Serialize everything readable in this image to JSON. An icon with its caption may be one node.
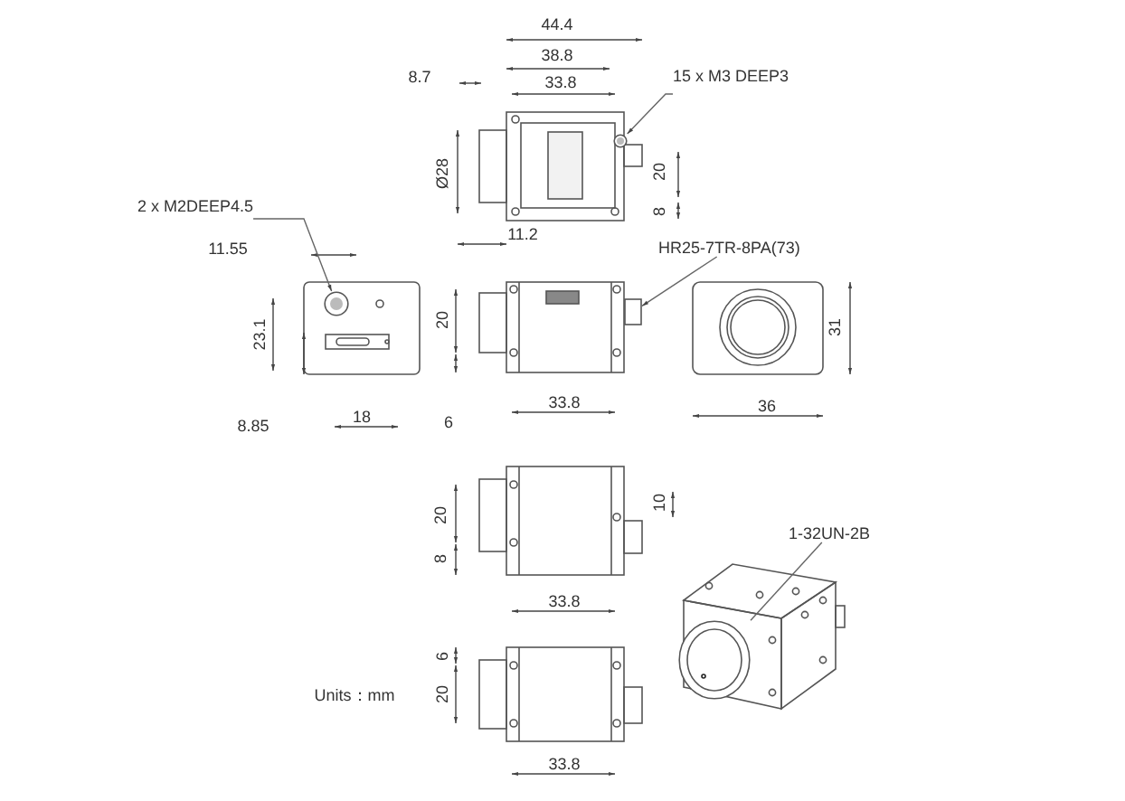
{
  "diagram": {
    "nodes": [
      {
        "text": [
          "15 x M3 DEEP3"
        ]
      },
      {
        "text": [],
        "shape": "circle"
      },
      {
        "text": [
          "2 x M2DEEP4.5"
        ]
      },
      {
        "text": [],
        "shape": "circle"
      },
      {
        "text": [
          "HR25-7TR-8PA(73)"
        ]
      },
      {
        "text": [],
        "shape": "box"
      },
      {
        "text": [
          "1-32UN-2B"
        ]
      },
      {
        "text": [],
        "shape": "circle"
      }
    ],
    "edges": [
      {
        "from": 0,
        "to": 1,
        "arrow": "to"
      },
      {
        "from": 2,
        "to": 3,
        "arrow": "to"
      },
      {
        "from": 4,
        "to": 5,
        "arrow": "to"
      },
      {
        "from": 6,
        "to": 7,
        "arrow": "none"
      }
    ],
    "labels": [
      "44.4",
      "38.8",
      "8.7",
      "33.8",
      "Ø28",
      "20",
      "8",
      "11.2",
      "11.55",
      "23.1",
      "20",
      "31",
      "8.85",
      "18",
      "6",
      "33.8",
      "36",
      "10",
      "20",
      "8",
      "33.8",
      "6",
      "20",
      "Units：mm",
      "33.8"
    ]
  }
}
